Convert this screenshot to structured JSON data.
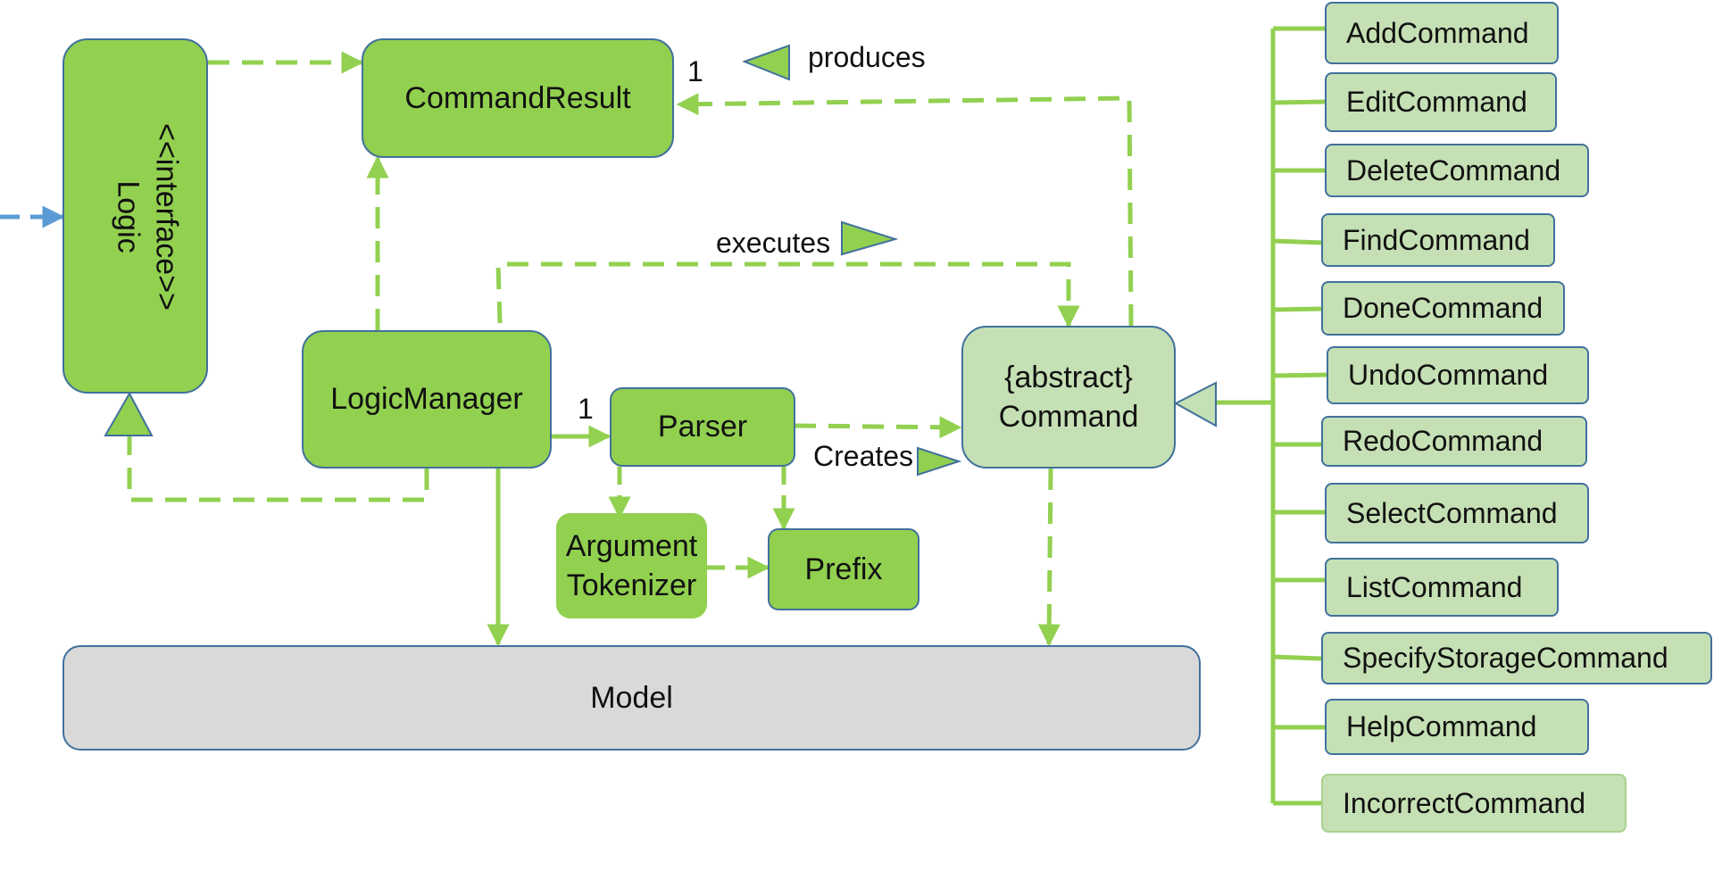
{
  "logic": {
    "stereotype": "<<interface>>",
    "name": "Logic"
  },
  "command_result": "CommandResult",
  "logic_manager": "LogicManager",
  "parser": "Parser",
  "argument_tokenizer": {
    "line1": "Argument",
    "line2": "Tokenizer"
  },
  "prefix": "Prefix",
  "abstract_command": {
    "line1": "{abstract}",
    "line2": "Command"
  },
  "model": "Model",
  "labels": {
    "produces": "produces",
    "executes": "executes",
    "creates": "Creates",
    "mult_result": "1",
    "mult_parser": "1"
  },
  "commands": [
    "AddCommand",
    "EditCommand",
    "DeleteCommand",
    "FindCommand",
    "DoneCommand",
    "UndoCommand",
    "RedoCommand",
    "SelectCommand",
    "ListCommand",
    "SpecifyStorageCommand",
    "HelpCommand",
    "IncorrectCommand"
  ],
  "colors": {
    "dark_green": "#92d050",
    "light_green": "#c5e0b4",
    "model_grey": "#d9d9d9",
    "border_blue": "#41719c",
    "arrow_green": "#92d050",
    "arrow_blue": "#5b9bd5"
  }
}
